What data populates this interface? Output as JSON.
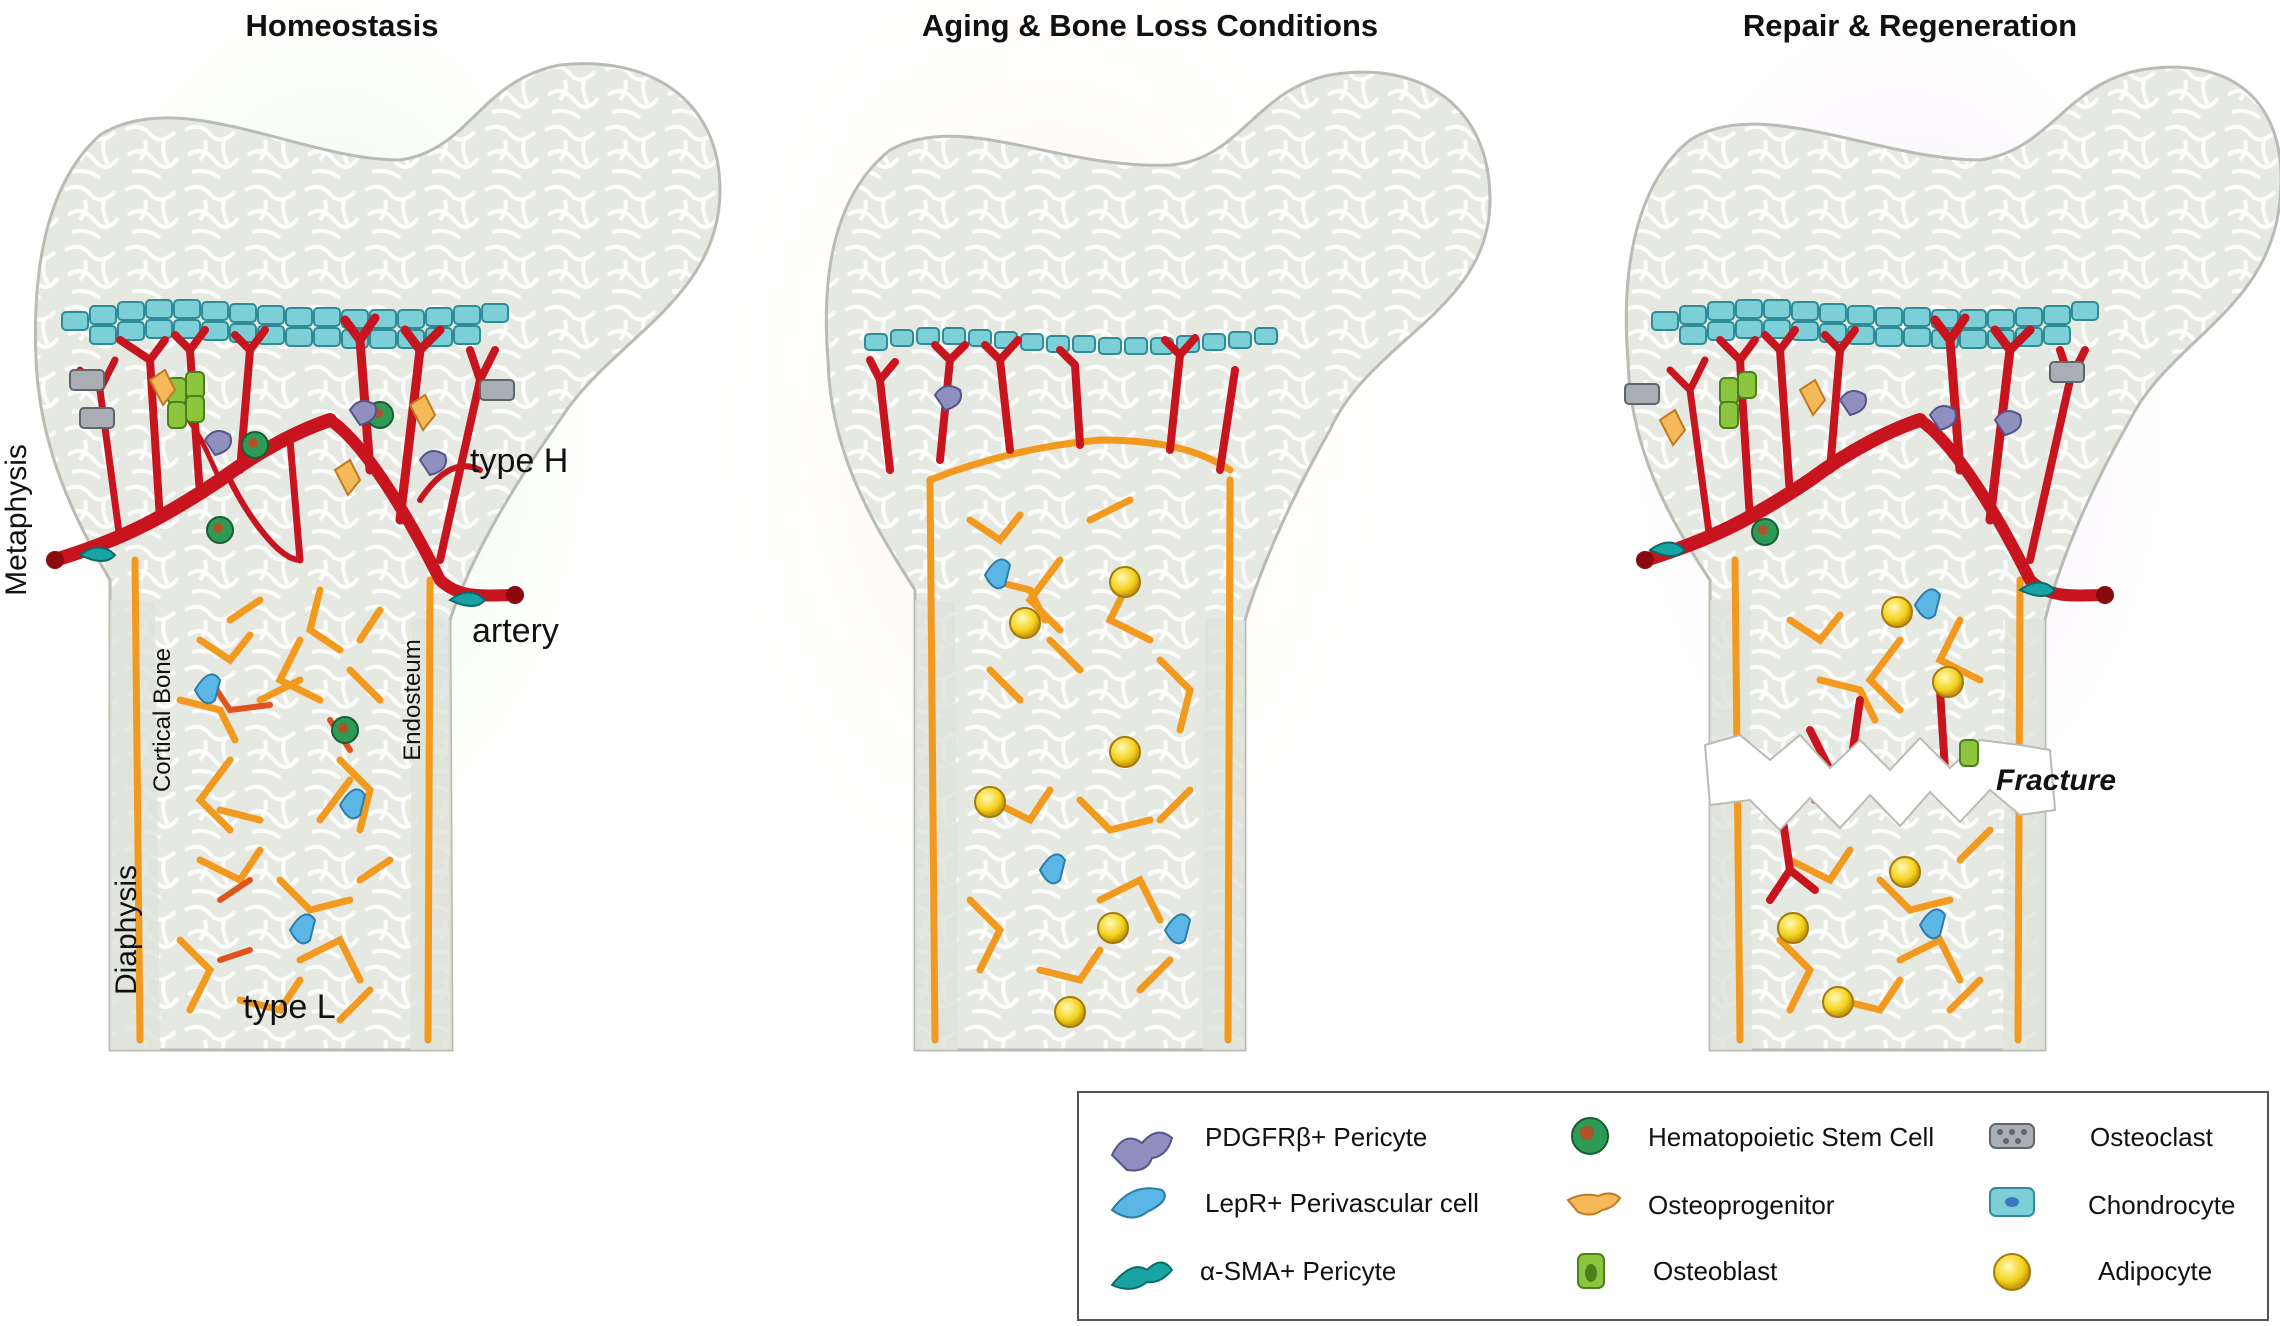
{
  "panels": [
    {
      "title": "Homeostasis"
    },
    {
      "title": "Aging & Bone Loss Conditions"
    },
    {
      "title": "Repair & Regeneration"
    }
  ],
  "labels": {
    "metaphysis": "Metaphysis",
    "diaphysis": "Diaphysis",
    "cortical_bone": "Cortical Bone",
    "endosteum": "Endosteum",
    "type_h": "type H",
    "type_l": "type L",
    "artery": "artery",
    "fracture": "Fracture"
  },
  "legend": [
    {
      "icon": "pdgfrb-pericyte-icon",
      "label": "PDGFRβ+ Pericyte"
    },
    {
      "icon": "lepr-perivascular-cell-icon",
      "label": "LepR+ Perivascular cell"
    },
    {
      "icon": "asma-pericyte-icon",
      "label": "α-SMA+ Pericyte"
    },
    {
      "icon": "hematopoietic-stem-cell-icon",
      "label": "Hematopoietic Stem Cell"
    },
    {
      "icon": "osteoprogenitor-icon",
      "label": "Osteoprogenitor"
    },
    {
      "icon": "osteoblast-icon",
      "label": "Osteoblast"
    },
    {
      "icon": "osteoclast-icon",
      "label": "Osteoclast"
    },
    {
      "icon": "chondrocyte-icon",
      "label": "Chondrocyte"
    },
    {
      "icon": "adipocyte-icon",
      "label": "Adipocyte"
    }
  ],
  "colors": {
    "type_h_vessel": "#c8141e",
    "type_l_vessel": "#f29a1f",
    "bone_fill": "#e9ebe4",
    "chondrocyte": "#7ccfd6",
    "adipocyte": "#f4d21a",
    "hsc": "#2f9a55",
    "osteoblast": "#8cc63f",
    "lepr": "#5bb6e6",
    "pdgfrb": "#8f8fc0",
    "osteoprogenitor": "#f5b95a"
  }
}
